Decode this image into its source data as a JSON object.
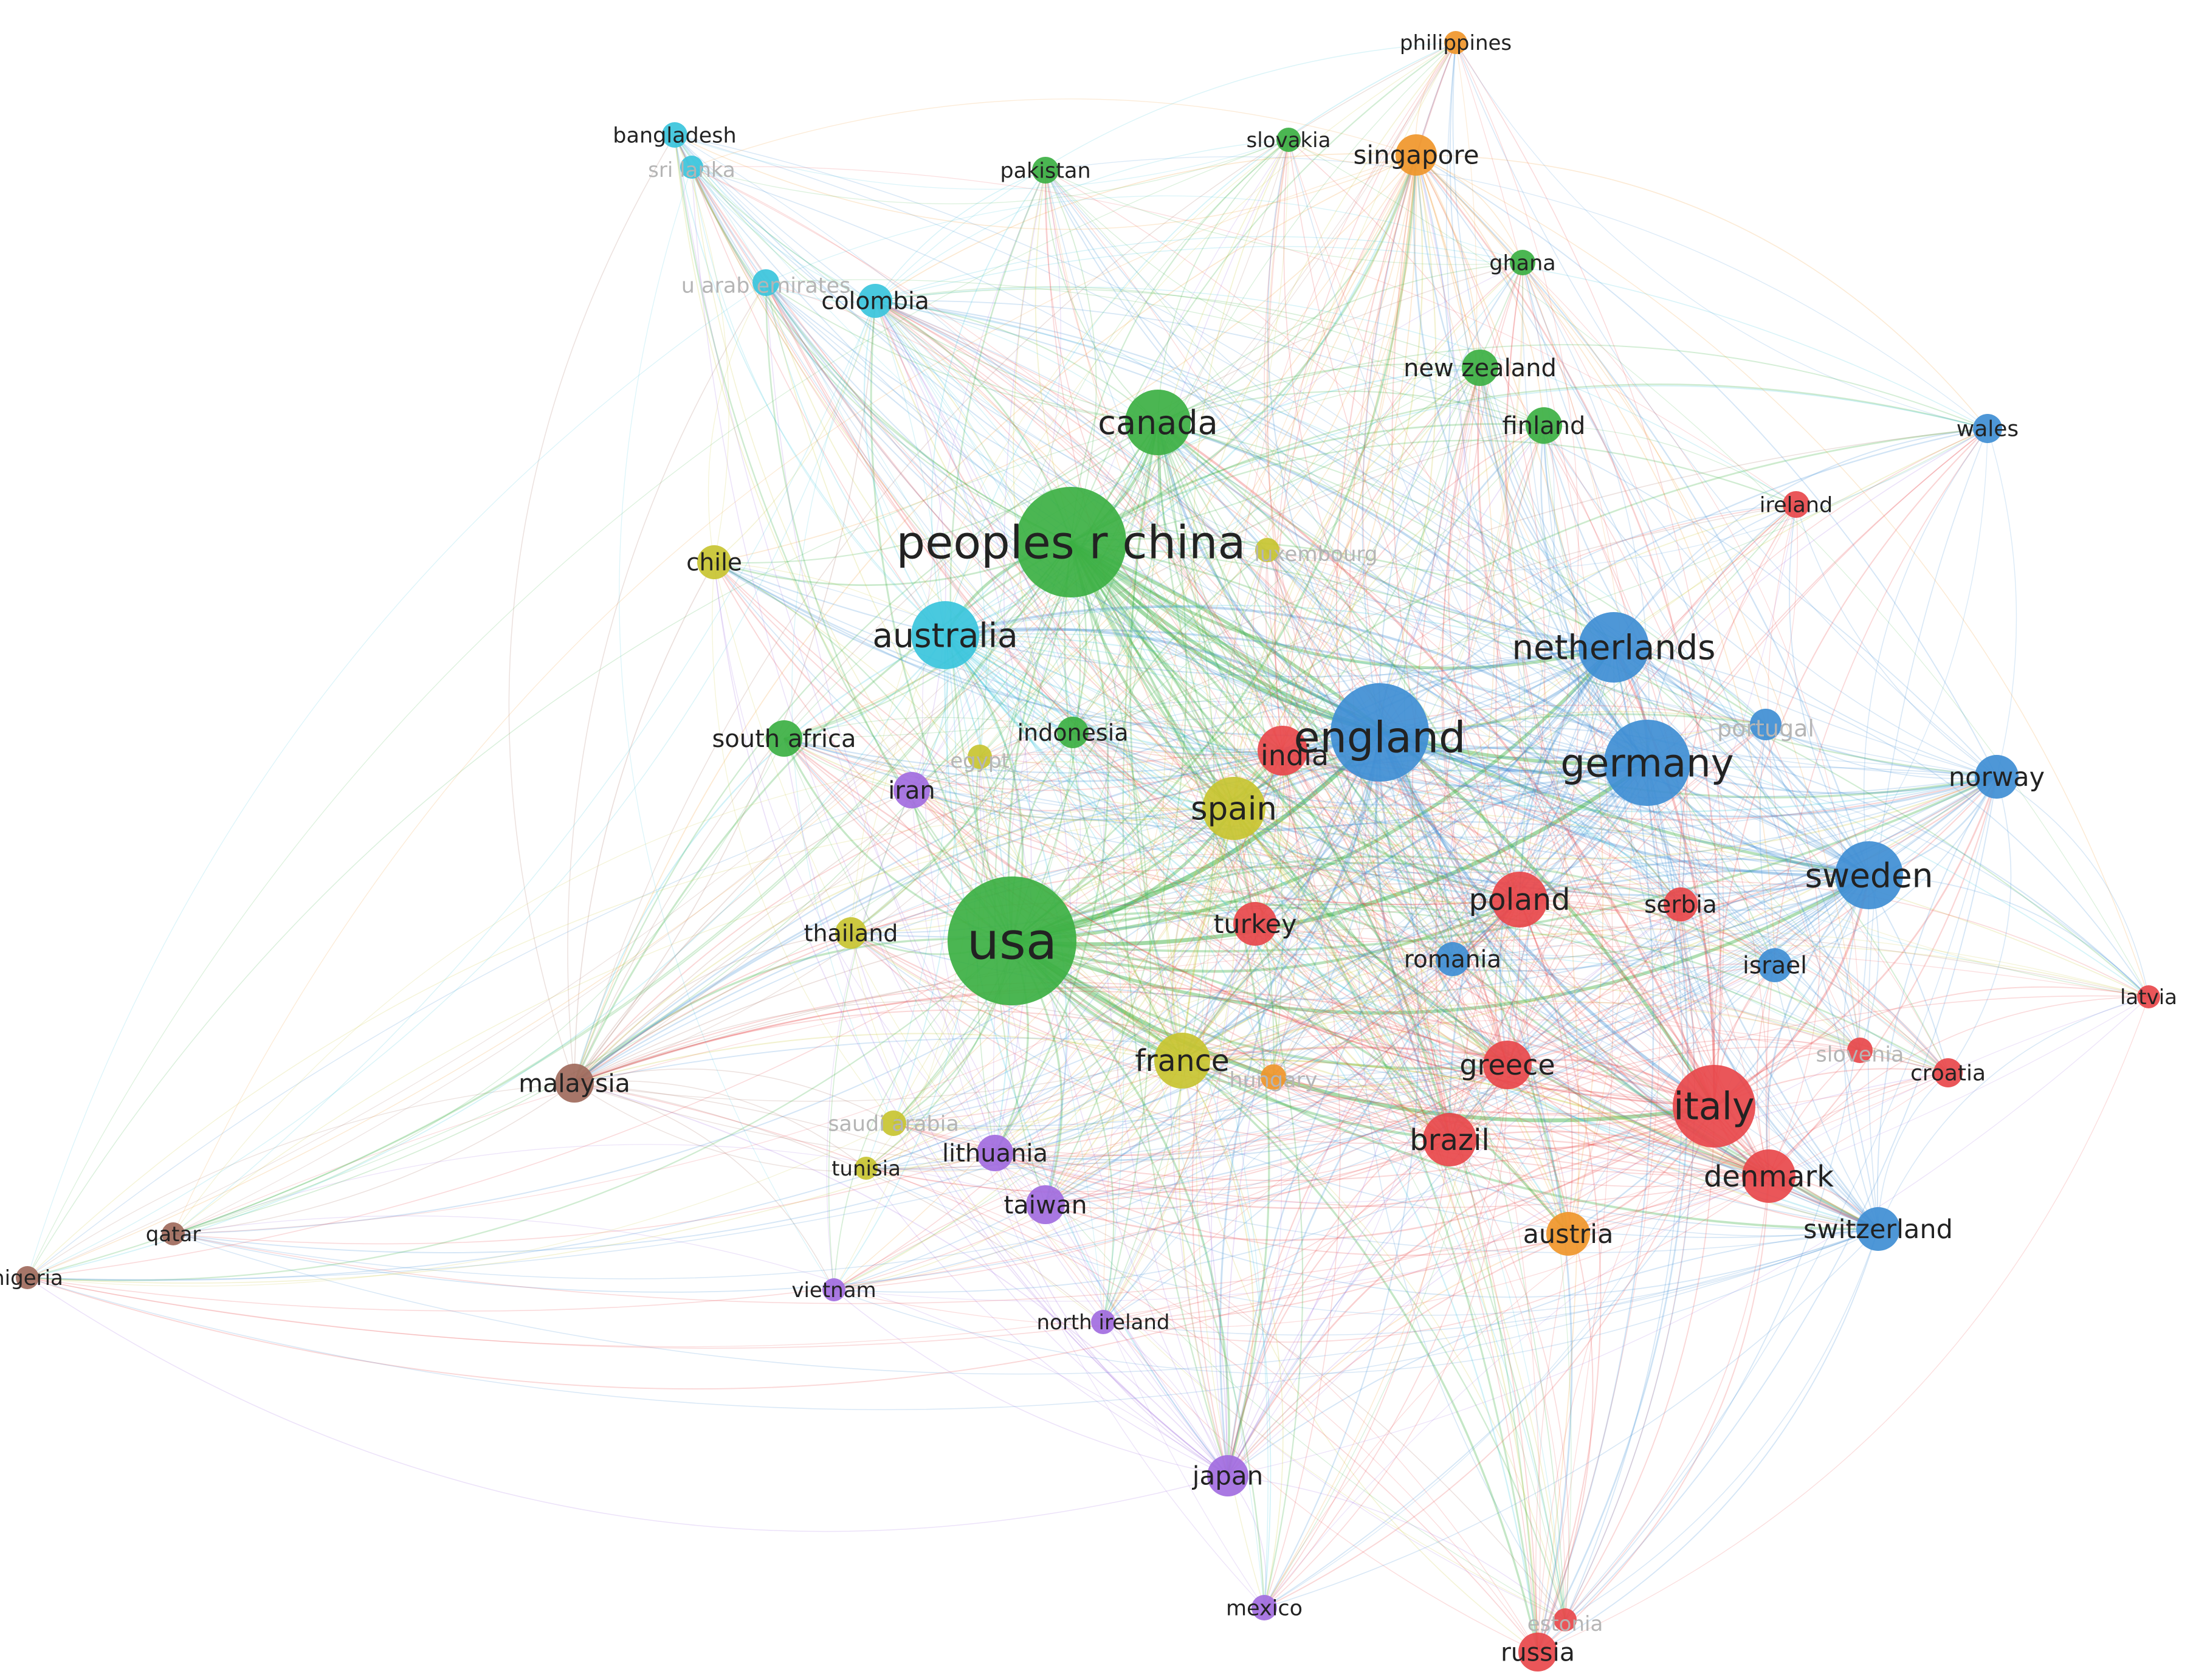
{
  "clusters": {
    "red": "#e8484b",
    "green": "#3cb043",
    "blue": "#3f8ed4",
    "yellow": "#c8c431",
    "purple": "#a26de0",
    "cyan": "#39c4dc",
    "orange": "#f0962a",
    "brown": "#a06a5c"
  },
  "nodes": [
    {
      "id": "usa",
      "label": "usa",
      "cluster": "green",
      "weight": 10
    },
    {
      "id": "peoples-r-china",
      "label": "peoples r china",
      "cluster": "green",
      "weight": 8.5
    },
    {
      "id": "england",
      "label": "england",
      "cluster": "blue",
      "weight": 7.5
    },
    {
      "id": "germany",
      "label": "germany",
      "cluster": "blue",
      "weight": 6.5
    },
    {
      "id": "italy",
      "label": "italy",
      "cluster": "red",
      "weight": 6.2
    },
    {
      "id": "netherlands",
      "label": "netherlands",
      "cluster": "blue",
      "weight": 5.2
    },
    {
      "id": "sweden",
      "label": "sweden",
      "cluster": "blue",
      "weight": 5
    },
    {
      "id": "australia",
      "label": "australia",
      "cluster": "cyan",
      "weight": 5
    },
    {
      "id": "canada",
      "label": "canada",
      "cluster": "green",
      "weight": 4.8
    },
    {
      "id": "spain",
      "label": "spain",
      "cluster": "yellow",
      "weight": 4.6
    },
    {
      "id": "france",
      "label": "france",
      "cluster": "yellow",
      "weight": 4
    },
    {
      "id": "poland",
      "label": "poland",
      "cluster": "red",
      "weight": 4
    },
    {
      "id": "denmark",
      "label": "denmark",
      "cluster": "red",
      "weight": 3.8
    },
    {
      "id": "brazil",
      "label": "brazil",
      "cluster": "red",
      "weight": 3.8
    },
    {
      "id": "greece",
      "label": "greece",
      "cluster": "red",
      "weight": 3.4
    },
    {
      "id": "india",
      "label": "india",
      "cluster": "red",
      "weight": 3.5
    },
    {
      "id": "turkey",
      "label": "turkey",
      "cluster": "red",
      "weight": 3
    },
    {
      "id": "norway",
      "label": "norway",
      "cluster": "blue",
      "weight": 3
    },
    {
      "id": "switzerland",
      "label": "switzerland",
      "cluster": "blue",
      "weight": 3
    },
    {
      "id": "austria",
      "label": "austria",
      "cluster": "orange",
      "weight": 3
    },
    {
      "id": "singapore",
      "label": "singapore",
      "cluster": "orange",
      "weight": 2.8
    },
    {
      "id": "japan",
      "label": "japan",
      "cluster": "purple",
      "weight": 2.8
    },
    {
      "id": "taiwan",
      "label": "taiwan",
      "cluster": "purple",
      "weight": 2.6
    },
    {
      "id": "malaysia",
      "label": "malaysia",
      "cluster": "brown",
      "weight": 2.6
    },
    {
      "id": "russia",
      "label": "russia",
      "cluster": "red",
      "weight": 2.6
    },
    {
      "id": "lithuania",
      "label": "lithuania",
      "cluster": "purple",
      "weight": 2.4
    },
    {
      "id": "iran",
      "label": "iran",
      "cluster": "purple",
      "weight": 2.4
    },
    {
      "id": "israel",
      "label": "israel",
      "cluster": "blue",
      "weight": 2.2
    },
    {
      "id": "romania",
      "label": "romania",
      "cluster": "blue",
      "weight": 2.2
    },
    {
      "id": "serbia",
      "label": "serbia",
      "cluster": "red",
      "weight": 2.2
    },
    {
      "id": "finland",
      "label": "finland",
      "cluster": "green",
      "weight": 2.4
    },
    {
      "id": "new-zealand",
      "label": "new zealand",
      "cluster": "green",
      "weight": 2.4
    },
    {
      "id": "south-africa",
      "label": "south africa",
      "cluster": "green",
      "weight": 2.4
    },
    {
      "id": "indonesia",
      "label": "indonesia",
      "cluster": "green",
      "weight": 2
    },
    {
      "id": "colombia",
      "label": "colombia",
      "cluster": "cyan",
      "weight": 2.2
    },
    {
      "id": "chile",
      "label": "chile",
      "cluster": "yellow",
      "weight": 2.2
    },
    {
      "id": "thailand",
      "label": "thailand",
      "cluster": "yellow",
      "weight": 2
    },
    {
      "id": "croatia",
      "label": "croatia",
      "cluster": "red",
      "weight": 1.8
    },
    {
      "id": "wales",
      "label": "wales",
      "cluster": "blue",
      "weight": 1.8
    },
    {
      "id": "ireland",
      "label": "ireland",
      "cluster": "red",
      "weight": 1.6
    },
    {
      "id": "pakistan",
      "label": "pakistan",
      "cluster": "green",
      "weight": 1.6
    },
    {
      "id": "ghana",
      "label": "ghana",
      "cluster": "green",
      "weight": 1.5
    },
    {
      "id": "slovakia",
      "label": "slovakia",
      "cluster": "green",
      "weight": 1.4
    },
    {
      "id": "philippines",
      "label": "philippines",
      "cluster": "orange",
      "weight": 1.3
    },
    {
      "id": "bangladesh",
      "label": "bangladesh",
      "cluster": "cyan",
      "weight": 1.5
    },
    {
      "id": "sri-lanka",
      "label": "sri lanka",
      "cluster": "cyan",
      "weight": 1.3,
      "faint": true
    },
    {
      "id": "uae",
      "label": "u arab emirates",
      "cluster": "cyan",
      "weight": 1.6,
      "faint": true
    },
    {
      "id": "luxembourg",
      "label": "luxembourg",
      "cluster": "yellow",
      "weight": 1.4,
      "faint": true
    },
    {
      "id": "portugal",
      "label": "portugal",
      "cluster": "blue",
      "weight": 2,
      "faint": true
    },
    {
      "id": "egypt",
      "label": "egypt",
      "cluster": "yellow",
      "weight": 1.4,
      "faint": true
    },
    {
      "id": "hungary",
      "label": "hungary",
      "cluster": "orange",
      "weight": 1.5,
      "faint": true
    },
    {
      "id": "saudi-arabia",
      "label": "saudi arabia",
      "cluster": "yellow",
      "weight": 1.5,
      "faint": true
    },
    {
      "id": "slovenia",
      "label": "slovenia",
      "cluster": "red",
      "weight": 1.5,
      "faint": true
    },
    {
      "id": "estonia",
      "label": "estonia",
      "cluster": "red",
      "weight": 1.3,
      "faint": true
    },
    {
      "id": "latvia",
      "label": "latvia",
      "cluster": "red",
      "weight": 1.3
    },
    {
      "id": "tunisia",
      "label": "tunisia",
      "cluster": "yellow",
      "weight": 1.3
    },
    {
      "id": "vietnam",
      "label": "vietnam",
      "cluster": "purple",
      "weight": 1.3
    },
    {
      "id": "north-ireland",
      "label": "north ireland",
      "cluster": "purple",
      "weight": 1.4
    },
    {
      "id": "mexico",
      "label": "mexico",
      "cluster": "purple",
      "weight": 1.5
    },
    {
      "id": "qatar",
      "label": "qatar",
      "cluster": "brown",
      "weight": 1.3
    },
    {
      "id": "nigeria",
      "label": "nigeria",
      "cluster": "brown",
      "weight": 1.3
    }
  ]
}
